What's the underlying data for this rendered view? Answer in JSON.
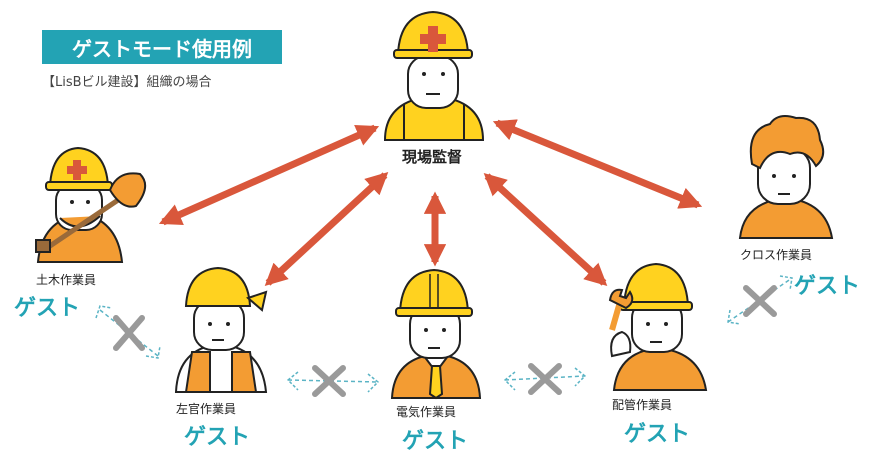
{
  "header": {
    "title": "ゲストモード使用例",
    "subtitle": "【LisBビル建設】組織の場合"
  },
  "nodes": {
    "supervisor": {
      "label": "現場監督"
    },
    "civil": {
      "label": "土木作業員",
      "badge": "ゲスト"
    },
    "plasterer": {
      "label": "左官作業員",
      "badge": "ゲスト"
    },
    "electrician": {
      "label": "電気作業員",
      "badge": "ゲスト"
    },
    "plumber": {
      "label": "配管作業員",
      "badge": "ゲスト"
    },
    "cloth": {
      "label": "クロス作業員",
      "badge": "ゲスト"
    }
  },
  "colors": {
    "accent": "#23a3b4",
    "arrow": "#d9573b",
    "helmet": "#ffd21f",
    "vest": "#f39c33",
    "cross": "#9a9a9a"
  },
  "icons": [
    "worker-icon",
    "shovel-icon",
    "wrench-icon",
    "double-arrow-icon",
    "blocked-cross-icon"
  ]
}
